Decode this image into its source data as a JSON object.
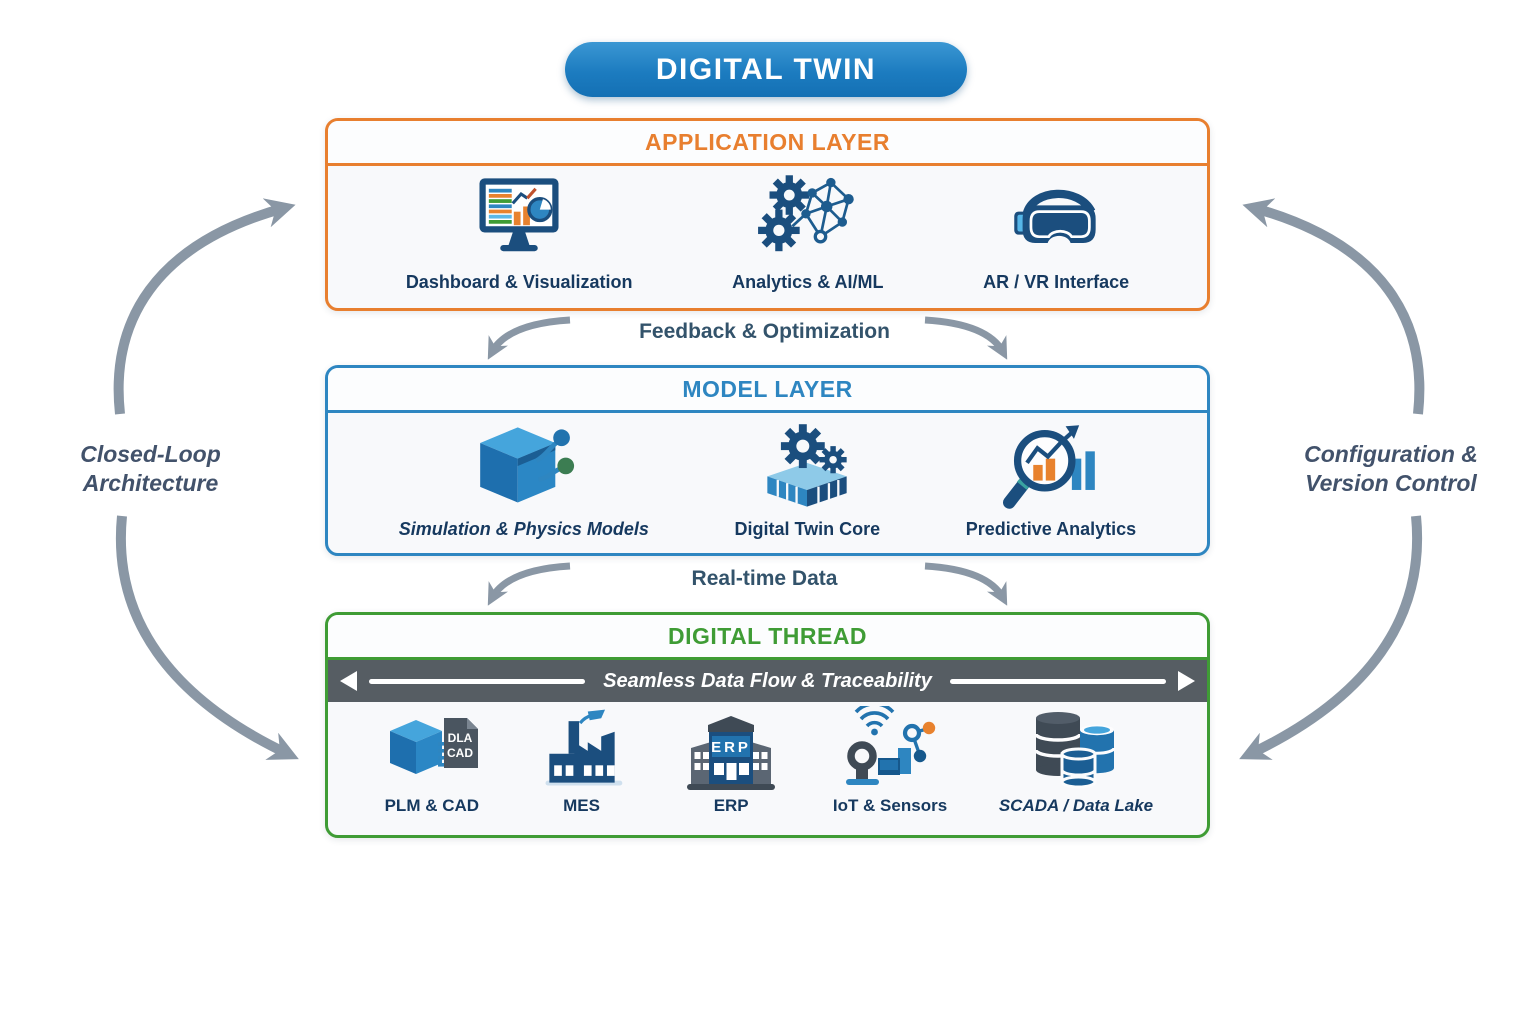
{
  "title": "DIGITAL TWIN",
  "colors": {
    "title_bg": "#1c7cc0",
    "application_accent": "#e87f2f",
    "model_accent": "#2e86c1",
    "thread_accent": "#3f9c35",
    "banner_bg": "#565d63",
    "item_label_text": "#16395f",
    "flow_label_text": "#33536b",
    "side_label_text": "#42526b",
    "arrow_gray": "#8a97a5"
  },
  "flow_labels": {
    "app_to_model": "Feedback & Optimization",
    "model_to_thread": "Real-time Data"
  },
  "side_labels": {
    "left": {
      "line1": "Closed-Loop",
      "line2": "Architecture"
    },
    "right": {
      "line1": "Configuration &",
      "line2": "Version Control"
    }
  },
  "layers": {
    "application": {
      "title": "APPLICATION LAYER",
      "items": [
        {
          "label": "Dashboard & Visualization",
          "icon": "dashboard-monitor-icon"
        },
        {
          "label": "Analytics & AI/ML",
          "icon": "gears-network-icon"
        },
        {
          "label": "AR / VR Interface",
          "icon": "vr-headset-icon"
        }
      ]
    },
    "model": {
      "title": "MODEL LAYER",
      "items": [
        {
          "label": "Simulation & Physics Models",
          "icon": "cube-connectors-icon"
        },
        {
          "label": "Digital Twin Core",
          "icon": "platform-gears-icon"
        },
        {
          "label": "Predictive Analytics",
          "icon": "magnifier-chart-icon"
        }
      ]
    },
    "thread": {
      "title": "DIGITAL THREAD",
      "banner": "Seamless Data Flow & Traceability",
      "items": [
        {
          "label": "PLM & CAD",
          "icon": "cube-document-icon",
          "doc_line1": "DLA",
          "doc_line2": "CAD"
        },
        {
          "label": "MES",
          "icon": "factory-icon"
        },
        {
          "label": "ERP",
          "icon": "erp-building-icon",
          "sign": "ERP"
        },
        {
          "label": "IoT & Sensors",
          "icon": "iot-sensors-icon"
        },
        {
          "label": "SCADA / Data Lake",
          "icon": "database-cylinders-icon"
        }
      ]
    }
  }
}
